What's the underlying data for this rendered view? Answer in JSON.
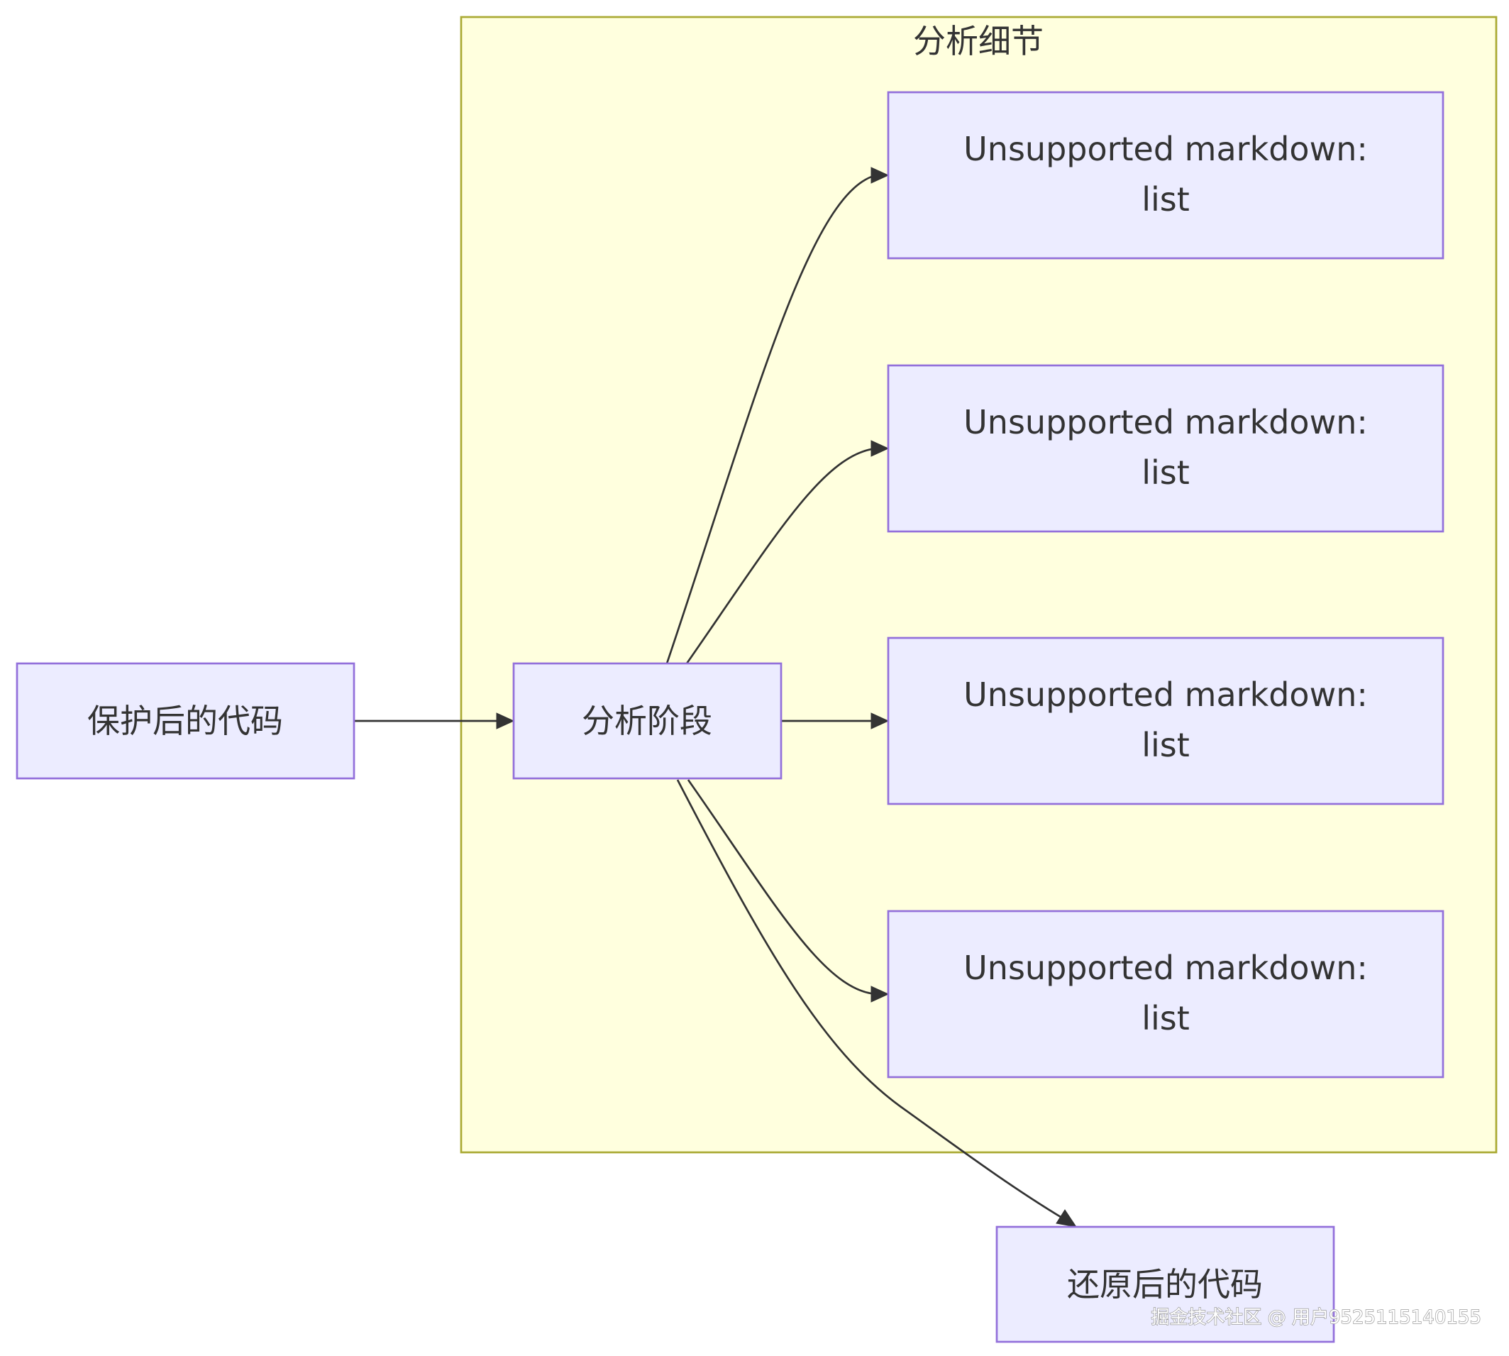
{
  "diagram": {
    "type": "flowchart-LR",
    "colors": {
      "node_fill": "#ececff",
      "node_stroke": "#9370db",
      "subgraph_fill": "#ffffde",
      "subgraph_stroke": "#aaaa33",
      "edge": "#333333",
      "text": "#333333"
    },
    "subgraph": {
      "label": "分析细节"
    },
    "nodes": {
      "protected_code": {
        "label": "保护后的代码"
      },
      "analysis_stage": {
        "label": "分析阶段"
      },
      "detail_1": {
        "line1": "Unsupported markdown:",
        "line2": "list"
      },
      "detail_2": {
        "line1": "Unsupported markdown:",
        "line2": "list"
      },
      "detail_3": {
        "line1": "Unsupported markdown:",
        "line2": "list"
      },
      "detail_4": {
        "line1": "Unsupported markdown:",
        "line2": "list"
      },
      "restored_code": {
        "label": "还原后的代码"
      }
    },
    "edges": [
      {
        "from": "protected_code",
        "to": "analysis_stage"
      },
      {
        "from": "analysis_stage",
        "to": "detail_1"
      },
      {
        "from": "analysis_stage",
        "to": "detail_2"
      },
      {
        "from": "analysis_stage",
        "to": "detail_3"
      },
      {
        "from": "analysis_stage",
        "to": "detail_4"
      },
      {
        "from": "analysis_stage",
        "to": "restored_code"
      }
    ]
  },
  "watermark": {
    "text": "掘金技术社区 @ 用户9525115140155"
  }
}
